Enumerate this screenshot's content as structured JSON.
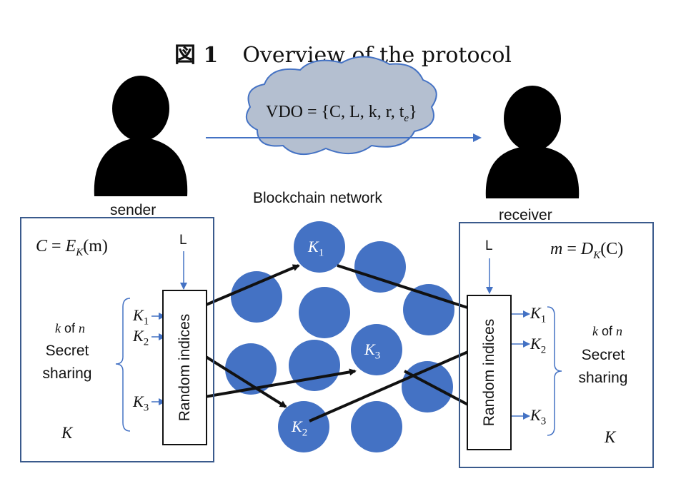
{
  "title": {
    "fig_label": "図 1",
    "text": "Overview of the protocol"
  },
  "cloud_formula": "VDO = {C, L, k, r, t",
  "cloud_formula_sub": "e",
  "cloud_formula_end": "}",
  "network_label": "Blockchain network",
  "sender": {
    "label": "sender",
    "formula_lhs": "C",
    "formula_eq": " = ",
    "formula_rhs": "E",
    "formula_sub": "K",
    "formula_arg": "(m)",
    "L_label": "L",
    "random_indices": "Random indices",
    "k_of_n_k": "k",
    "k_of_n_of": " of ",
    "k_of_n_n": "n",
    "secret": "Secret",
    "sharing": "sharing",
    "K": "K",
    "keys": [
      {
        "base": "K",
        "sub": "1"
      },
      {
        "base": "K",
        "sub": "2"
      },
      {
        "base": "K",
        "sub": "3"
      }
    ]
  },
  "receiver": {
    "label": "receiver",
    "formula_lhs": "m",
    "formula_eq": " = ",
    "formula_rhs": "D",
    "formula_sub": "K",
    "formula_arg": "(C)",
    "L_label": "L",
    "random_indices": "Random indices",
    "k_of_n_k": "k",
    "k_of_n_of": " of ",
    "k_of_n_n": "n",
    "secret": "Secret",
    "sharing": "sharing",
    "K": "K",
    "keys": [
      {
        "base": "K",
        "sub": "1"
      },
      {
        "base": "K",
        "sub": "2"
      },
      {
        "base": "K",
        "sub": "3"
      }
    ]
  },
  "network_nodes": [
    {
      "base": "K",
      "sub": "1"
    },
    {
      "base": "K",
      "sub": "3"
    },
    {
      "base": "K",
      "sub": "2"
    }
  ],
  "colors": {
    "node_fill": "#4472c4",
    "cloud_fill": "#b4bfd0",
    "arrow_blue": "#4472c4",
    "box_border": "#3a5a8c"
  }
}
